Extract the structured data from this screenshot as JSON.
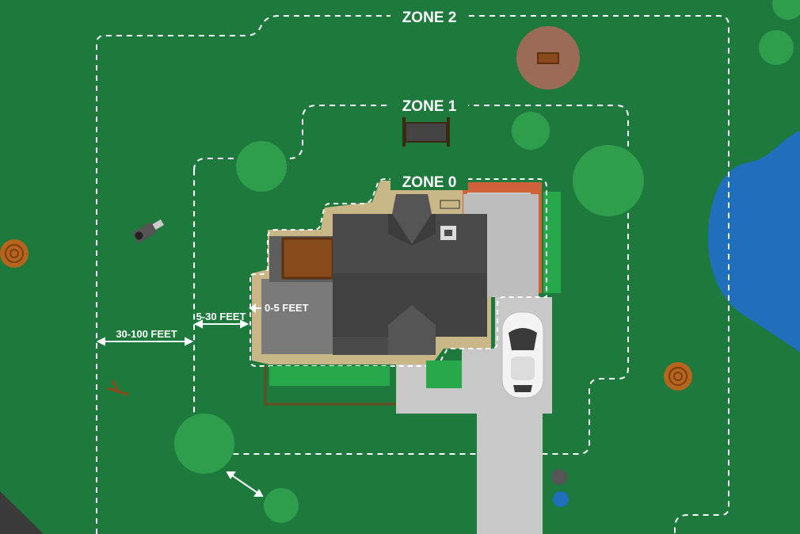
{
  "zones": [
    {
      "id": "zone-0",
      "label": "ZONE 0"
    },
    {
      "id": "zone-1",
      "label": "ZONE 1"
    },
    {
      "id": "zone-2",
      "label": "ZONE 2"
    }
  ],
  "distances": {
    "zone0": "0-5 FEET",
    "zone1": "5-30 FEET",
    "zone2": "30-100 FEET"
  },
  "colors": {
    "grass": "#1d7a3c",
    "tree": "#2e9e4d",
    "water": "#1f6fbd",
    "roof": "#4a4a4a",
    "driveway": "#c8c8c8",
    "gravel": "#c9b787",
    "brick": "#d0623a",
    "dashed_line": "#ffffff"
  }
}
